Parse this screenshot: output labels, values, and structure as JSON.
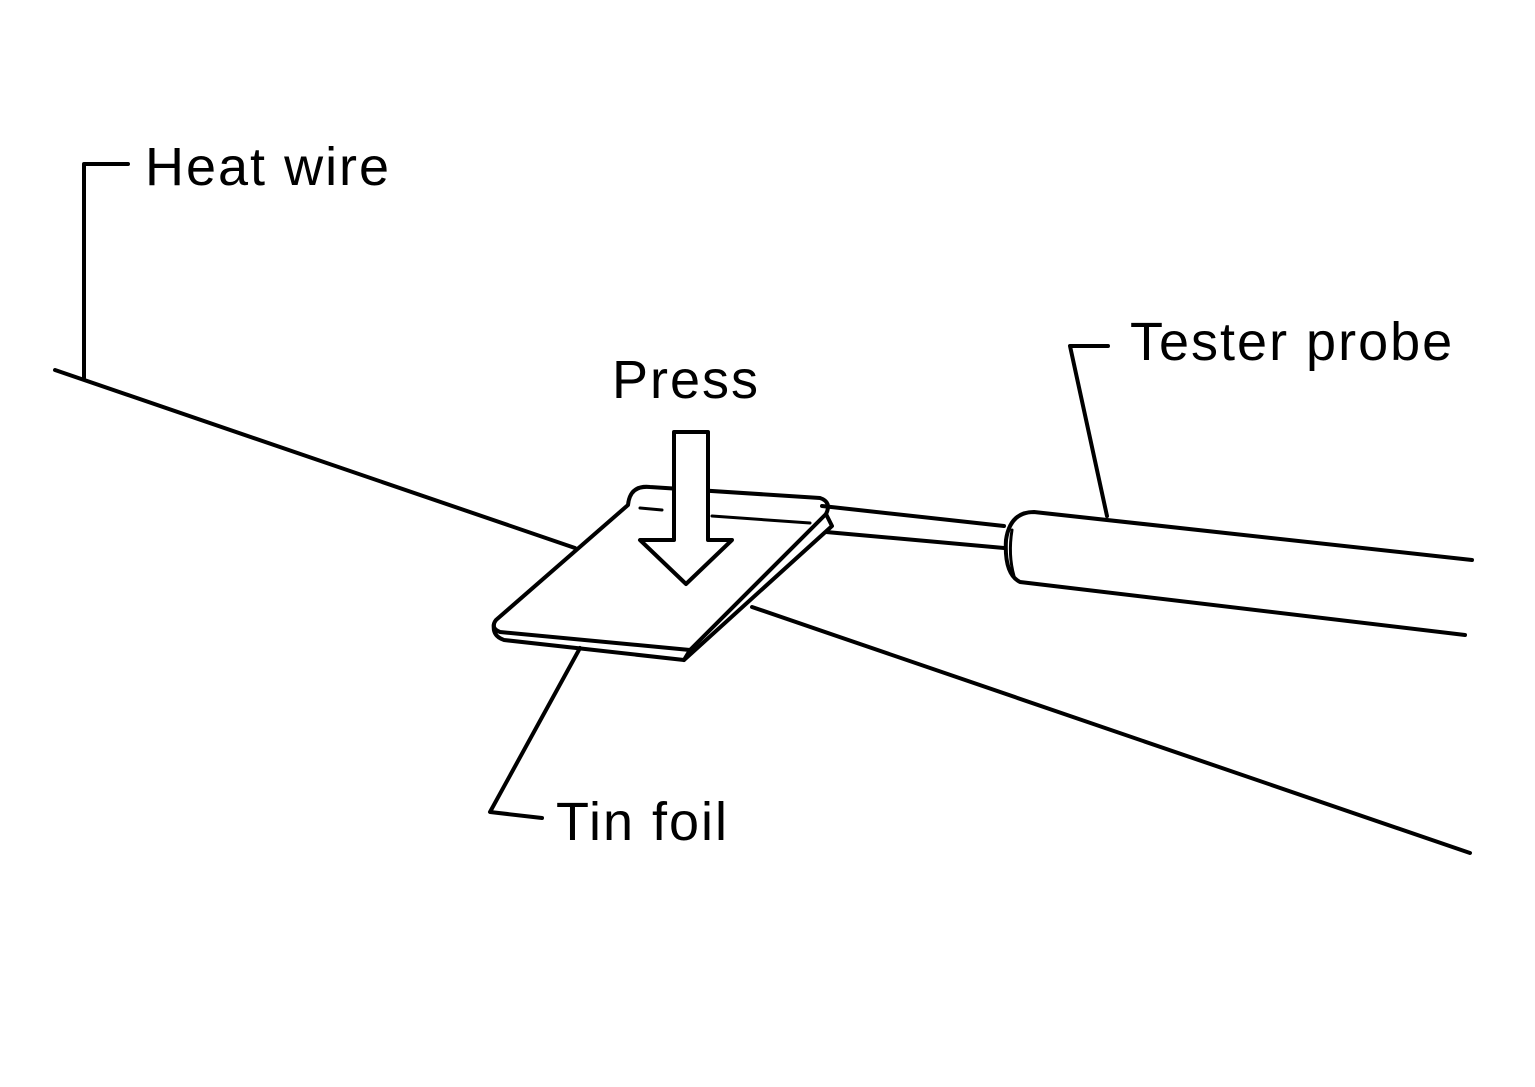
{
  "labels": {
    "heat_wire": "Heat wire",
    "press": "Press",
    "tester_probe": "Tester probe",
    "tin_foil": "Tin foil"
  },
  "colors": {
    "ink": "#000000",
    "background": "#ffffff"
  },
  "icons": {
    "press_arrow": "down-arrow-icon"
  }
}
